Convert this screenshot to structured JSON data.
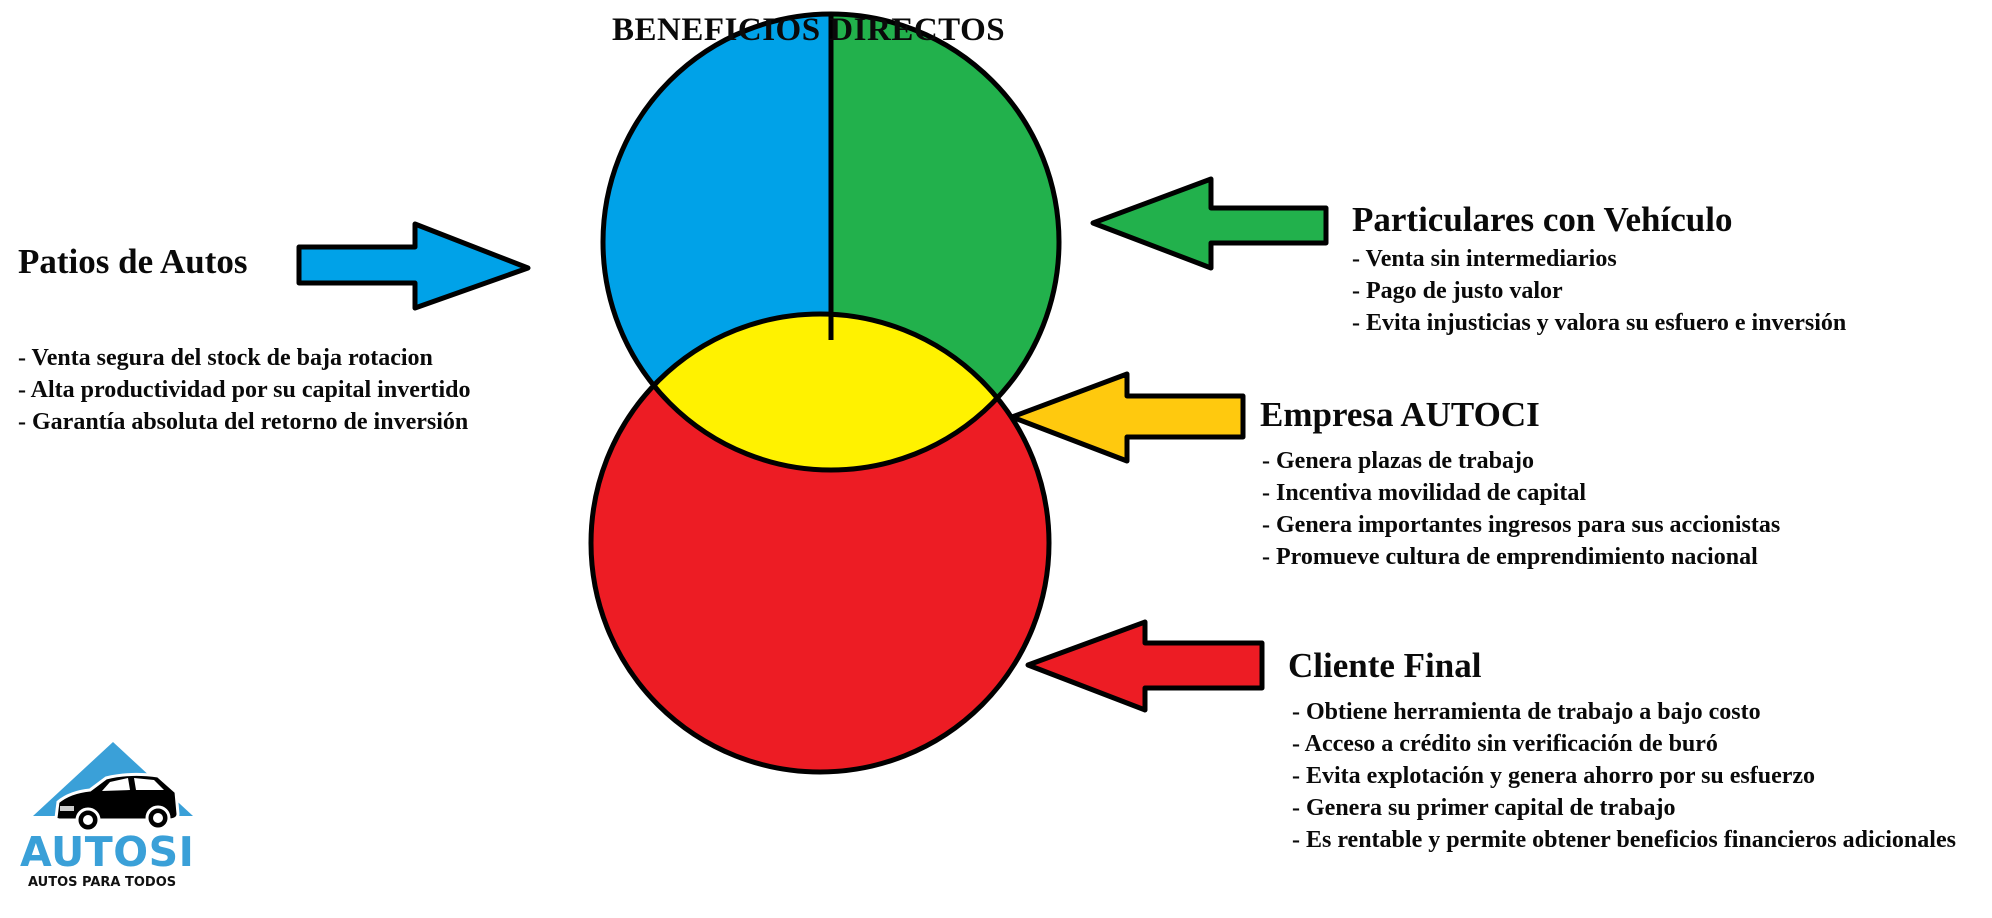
{
  "title": "BENEFICIOS DIRECTOS",
  "colors": {
    "blue": "#00a2e8",
    "green": "#22b14c",
    "yellow": "#fff200",
    "orange": "#ffc90e",
    "red": "#ed1c24",
    "outline": "#000000",
    "logo_blue": "#3aa0d8"
  },
  "venn": {
    "regions": [
      {
        "name": "top-left-half",
        "color": "blue",
        "represents": "Patios de Autos"
      },
      {
        "name": "top-right-half",
        "color": "green",
        "represents": "Particulares con Vehículo"
      },
      {
        "name": "intersection",
        "color": "yellow",
        "represents": "Empresa AUTOCI"
      },
      {
        "name": "bottom-circle",
        "color": "red",
        "represents": "Cliente Final"
      }
    ]
  },
  "groups": {
    "patios": {
      "title": "Patios de Autos",
      "arrow_color": "blue",
      "arrow_direction": "right",
      "items": [
        "- Venta segura del stock de baja rotacion",
        "- Alta productividad por su capital invertido",
        "- Garantía absoluta del retorno de inversión"
      ]
    },
    "particulares": {
      "title": "Particulares con Vehículo",
      "arrow_color": "green",
      "arrow_direction": "left",
      "items": [
        "- Venta sin intermediarios",
        "- Pago de justo valor",
        "- Evita injusticias y valora su esfuero e inversión"
      ]
    },
    "empresa": {
      "title": "Empresa AUTOCI",
      "arrow_color": "orange",
      "arrow_direction": "left",
      "items": [
        "- Genera plazas de trabajo",
        "- Incentiva movilidad de capital",
        "- Genera importantes ingresos para sus accionistas",
        "- Promueve cultura de emprendimiento nacional"
      ]
    },
    "cliente": {
      "title": "Cliente Final",
      "arrow_color": "red",
      "arrow_direction": "left",
      "items": [
        "- Obtiene herramienta de trabajo a bajo costo",
        "- Acceso a crédito sin verificación de buró",
        "- Evita explotación y genera ahorro por su esfuerzo",
        "- Genera su primer capital de trabajo",
        "- Es rentable y permite obtener beneficios financieros adicionales"
      ]
    }
  },
  "logo": {
    "icon": "car-icon",
    "name": "AUTOSI",
    "tagline": "AUTOS PARA TODOS"
  }
}
